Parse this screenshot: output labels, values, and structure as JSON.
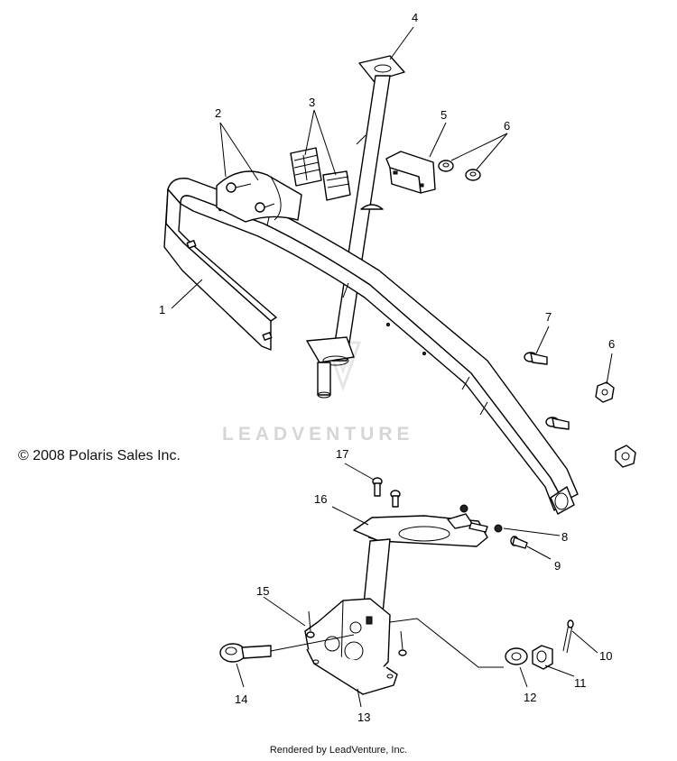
{
  "copyright": "© 2008 Polaris Sales Inc.",
  "watermark": "LEADVENTURE",
  "footer": "Rendered by LeadVenture, Inc.",
  "callouts": [
    "1",
    "2",
    "3",
    "4",
    "5",
    "6",
    "7",
    "8",
    "9",
    "10",
    "11",
    "12",
    "13",
    "14",
    "15",
    "16",
    "17"
  ],
  "callout_6_repeat": "6"
}
